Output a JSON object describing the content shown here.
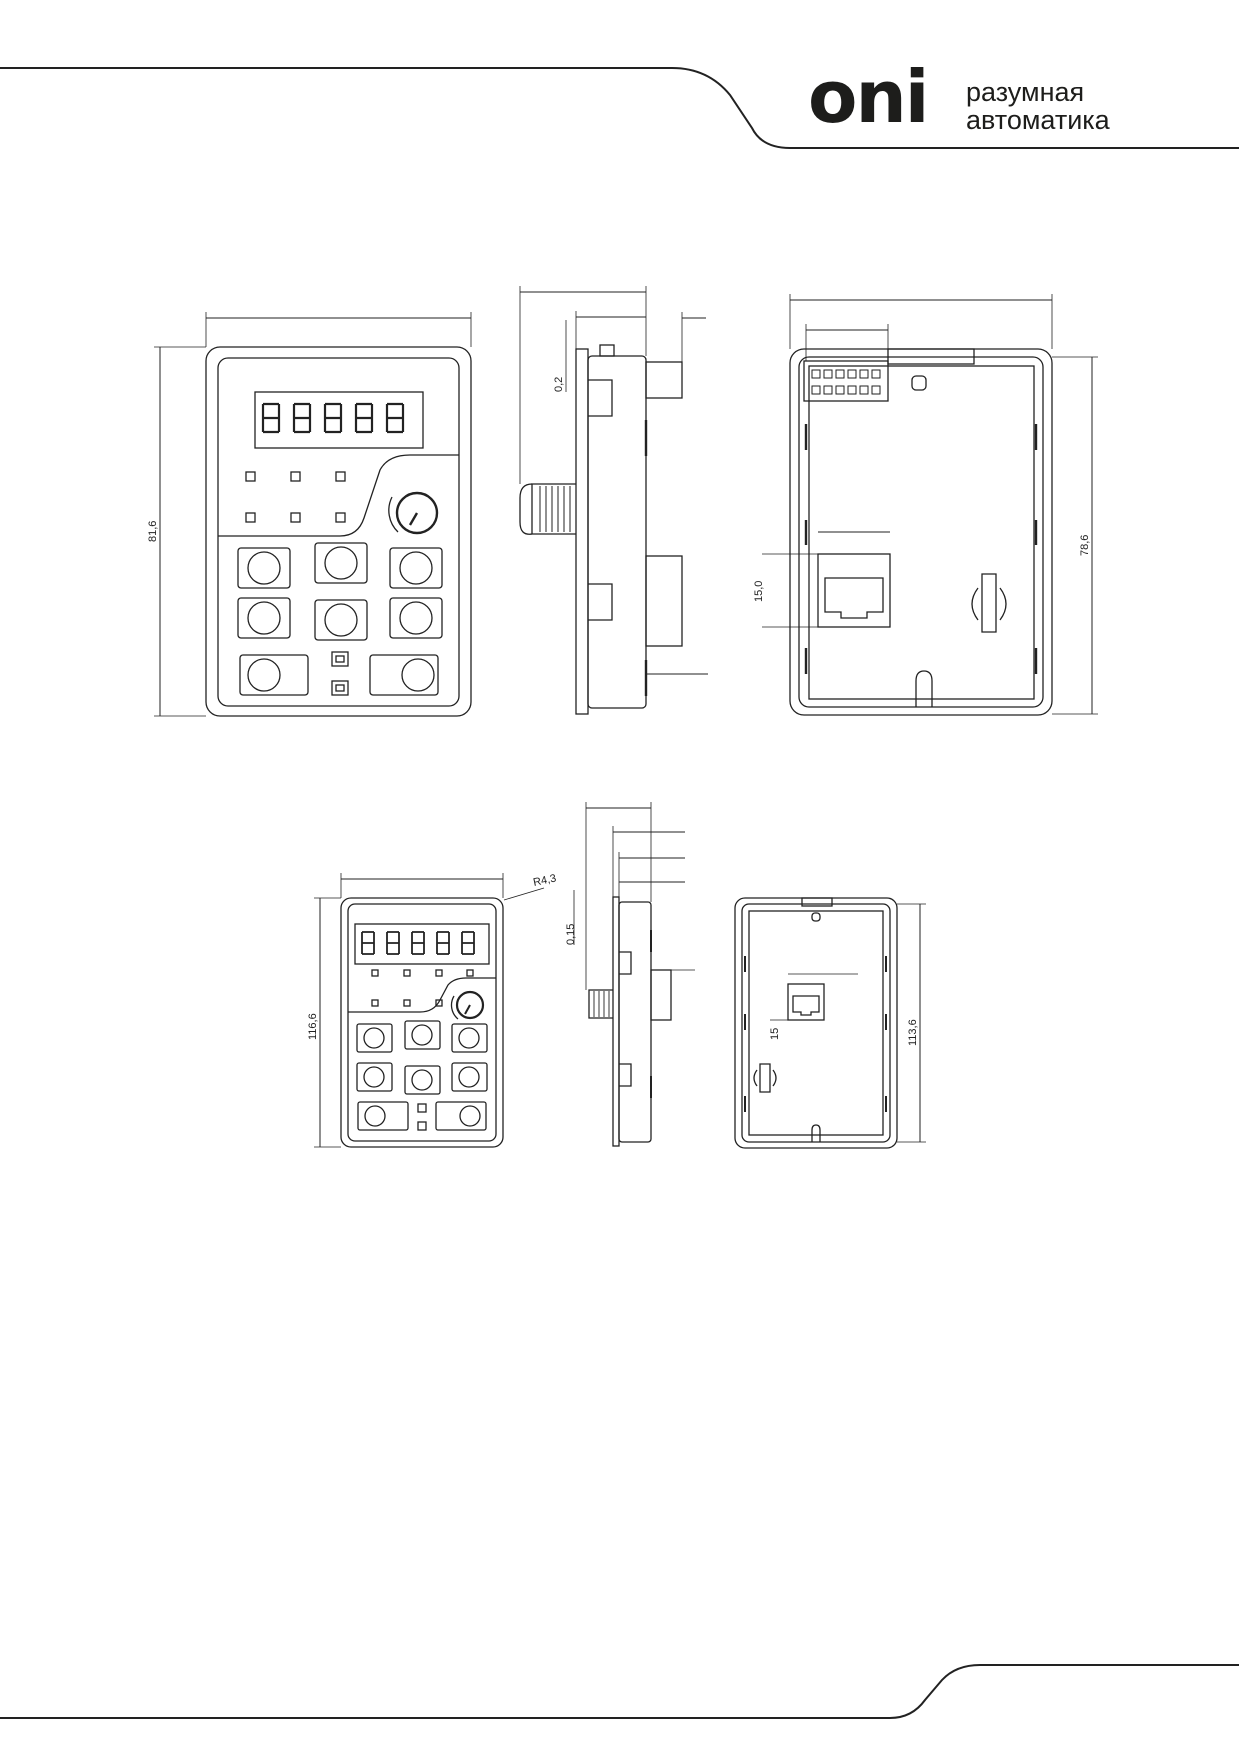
{
  "brand": {
    "name": "oni",
    "tagline_line1": "разумная",
    "tagline_line2": "автоматика"
  },
  "colors": {
    "ink": "#1d1d1b",
    "line": "#222222"
  },
  "drawing_large": {
    "front_height": "81,6",
    "side_offset": "0,2",
    "rear_port_height": "15,0",
    "rear_height": "78,6"
  },
  "drawing_small": {
    "corner_radius": "R4,3",
    "front_height": "116,6",
    "side_offset": "0,15",
    "rear_port_height": "15",
    "rear_height": "113,6"
  }
}
